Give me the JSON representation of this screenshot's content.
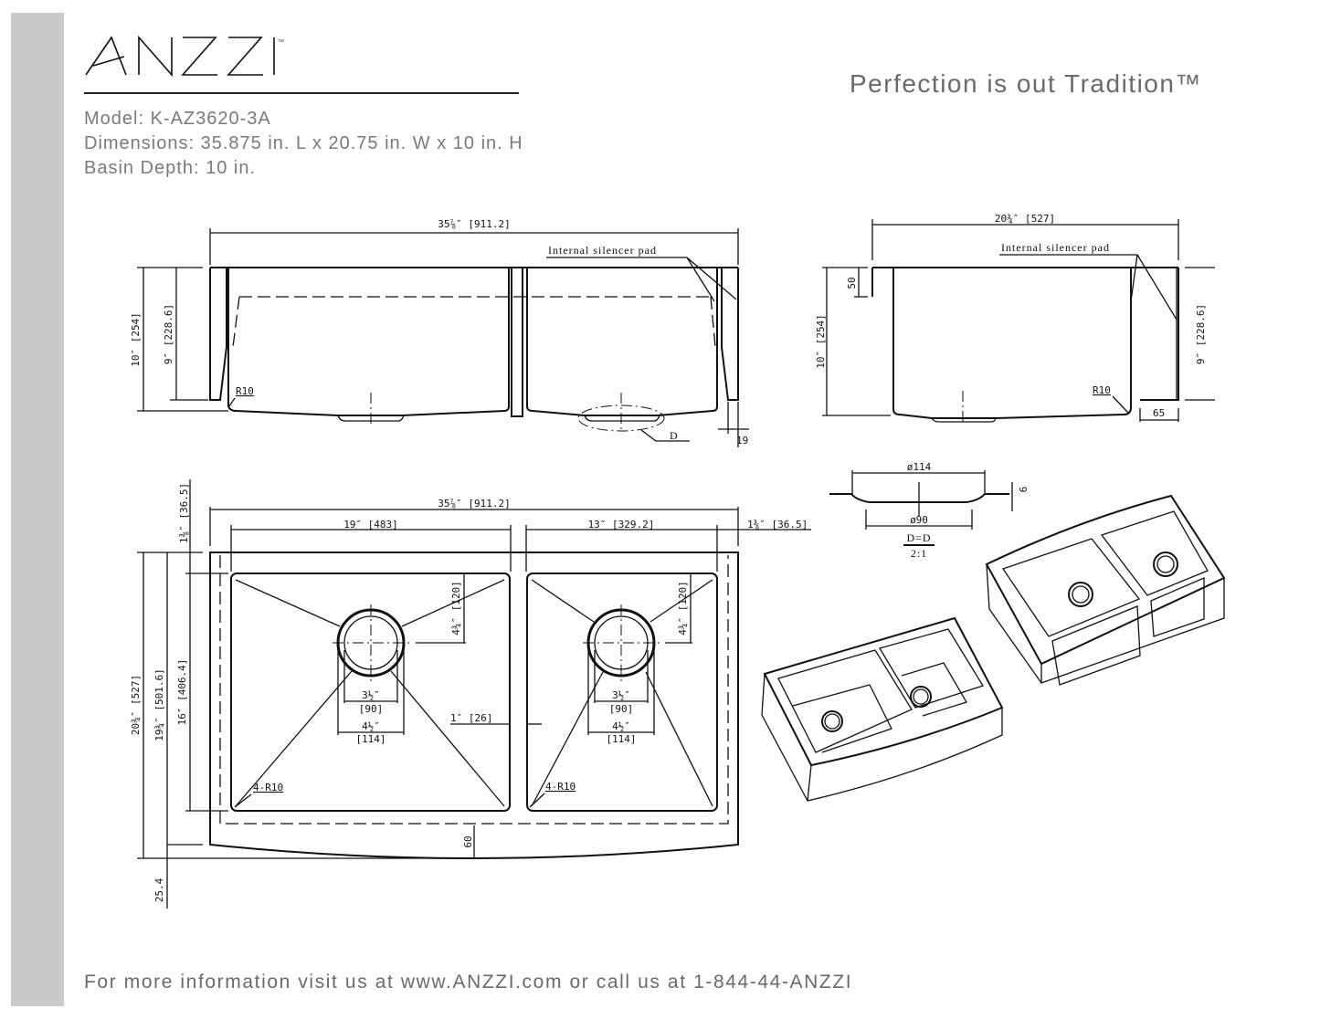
{
  "header": {
    "brand": "ANZZI",
    "brand_mark": "™",
    "tagline": "Perfection is out Tradition™",
    "model": "Model: K-AZ3620-3A",
    "dimensions": "Dimensions: 35.875 in. L x 20.75 in. W x 10 in. H",
    "basin_depth": "Basin Depth: 10 in."
  },
  "front_view": {
    "overall_length": "35⅞″ [911.2]",
    "silencer_label": "Internal silencer pad",
    "height": "10″ [254]",
    "apron_height": "9″ [228.6]",
    "radius": "R10",
    "detail_ref": "D",
    "wall_thickness": "19"
  },
  "side_view": {
    "overall_width": "20¾″ [527]",
    "silencer_label": "Internal silencer pad",
    "flange": "50",
    "height": "10″ [254]",
    "apron_height": "9″ [228.6]",
    "radius": "R10",
    "apron_depth": "65"
  },
  "drain_detail": {
    "outer_diameter": "ø114",
    "inner_diameter": "ø90",
    "thickness": "6",
    "title": "D=D",
    "scale": "2:1"
  },
  "plan_view": {
    "overall_length": "35⅞″ [911.2]",
    "left_basin_width": "19″ [483]",
    "right_basin_width": "13″ [329.2]",
    "rim_left": "1⅜″ [36.5]",
    "rim_right": "1⅜″ [36.5]",
    "overall_width": "20¾″ [527]",
    "width_2": "19¾″ [501.6]",
    "basin_depth": "16″ [406.4]",
    "drain_offset": "4¾″ [120]",
    "drain_inner": "3½″",
    "drain_inner_mm": "[90]",
    "drain_outer": "4½″",
    "drain_outer_mm": "[114]",
    "divider": "1″ [26]",
    "corner_radius": "4-R10",
    "apron_curve": "60",
    "apron_offset": "25.4"
  },
  "footer": {
    "text": "For more information visit us at www.ANZZI.com or call us at 1-844-44-ANZZI"
  }
}
